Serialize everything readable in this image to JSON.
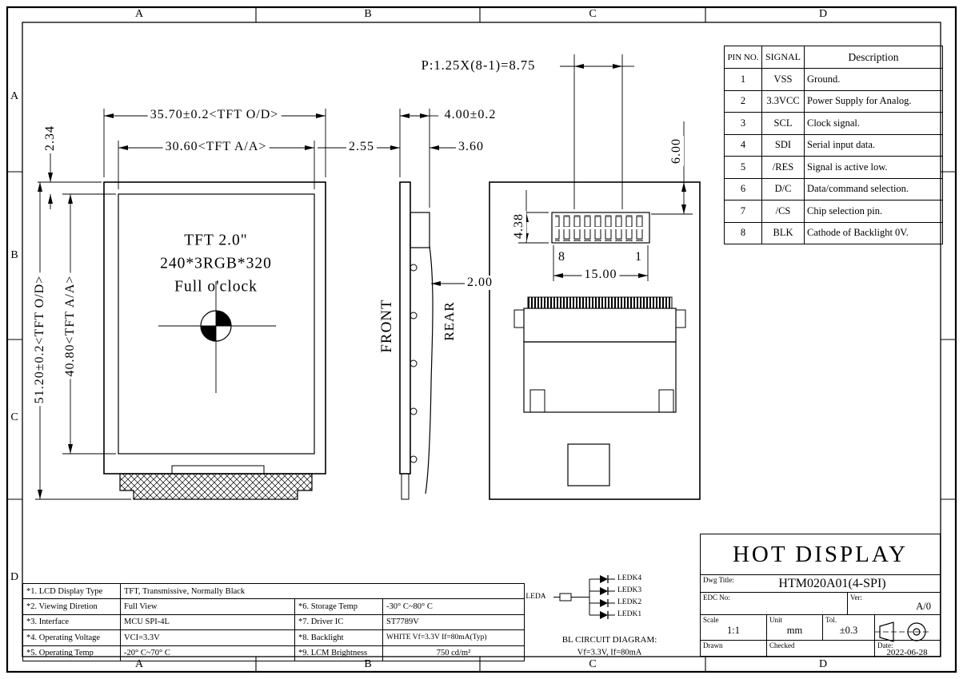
{
  "colors": {
    "line": "#000000",
    "background": "#ffffff"
  },
  "frame": {
    "top": [
      "A",
      "B",
      "C",
      "D"
    ],
    "bottom": [
      "A",
      "B",
      "C",
      "D"
    ],
    "left": [
      "A",
      "B",
      "C",
      "D"
    ]
  },
  "front_view": {
    "screen_line1": "TFT 2.0\"",
    "screen_line2": "240*3RGB*320",
    "screen_line3": "Full o'clock",
    "dim_od_width": "35.70±0.2<TFT O/D>",
    "dim_aa_width": "30.60<TFT A/A>",
    "dim_top_gap": "2.34",
    "dim_od_height": "51.20±0.2<TFT O/D>",
    "dim_aa_height": "40.80<TFT A/A>"
  },
  "side_view": {
    "label_front": "FRONT",
    "label_rear": "REAR",
    "dim_glass": "2.55",
    "dim_total": "4.00±0.2",
    "dim_bump": "3.60",
    "dim_fpc": "2.00"
  },
  "rear_view": {
    "dim_pitch": "P:1.25X(8-1)=8.75",
    "dim_top": "6.00",
    "dim_pin_h": "4.38",
    "pin_first": "8",
    "pin_last": "1",
    "dim_conn_w": "15.00"
  },
  "pin_table": {
    "headers": [
      "PIN NO.",
      "SIGNAL",
      "Description"
    ],
    "rows": [
      {
        "no": "1",
        "signal": "VSS",
        "desc": "Ground."
      },
      {
        "no": "2",
        "signal": "3.3VCC",
        "desc": "Power Supply for Analog."
      },
      {
        "no": "3",
        "signal": "SCL",
        "desc": "Clock signal."
      },
      {
        "no": "4",
        "signal": "SDI",
        "desc": "Serial input data."
      },
      {
        "no": "5",
        "signal": "/RES",
        "desc": "Signal is active low."
      },
      {
        "no": "6",
        "signal": "D/C",
        "desc": "Data/command selection."
      },
      {
        "no": "7",
        "signal": "/CS",
        "desc": "Chip selection pin."
      },
      {
        "no": "8",
        "signal": "BLK",
        "desc": "Cathode of Backlight 0V."
      }
    ]
  },
  "spec_table": {
    "row1": {
      "label": "*1. LCD Display Type",
      "value": "TFT, Transmissive, Normally Black"
    },
    "rows": [
      {
        "l1": "*2. Viewing Diretion",
        "v1": "Full View",
        "l2": "*6. Storage Temp",
        "v2": "-30° C~80° C"
      },
      {
        "l1": "*3. Interface",
        "v1": "MCU SPI-4L",
        "l2": "*7. Driver IC",
        "v2": "ST7789V"
      },
      {
        "l1": "*4. Operating Voltage",
        "v1": "VCI=3.3V",
        "l2": "*8. Backlight",
        "v2": "WHITE Vf=3.3V If=80mA(Typ)"
      },
      {
        "l1": "*5. Operating Temp",
        "v1": "-20° C~70° C",
        "l2": "*9. LCM Brightness",
        "v2": "750 cd/m²"
      }
    ]
  },
  "bl_circuit": {
    "anode": "LEDA",
    "cathodes": [
      "LEDK4",
      "LEDK3",
      "LEDK2",
      "LEDK1"
    ],
    "caption1": "BL CIRCUIT DIAGRAM:",
    "caption2": "Vf=3.3V, If=80mA"
  },
  "title_block": {
    "company": "HOT DISPLAY",
    "dwg_title_label": "Dwg Title:",
    "dwg_title": "HTM020A01(4-SPI)",
    "edc_label": "EDC No:",
    "ver_label": "Ver:",
    "ver_value": "A/0",
    "scale_label": "Scale",
    "scale_value": "1:1",
    "unit_label": "Unit",
    "unit_value": "mm",
    "tol_label": "Tol.",
    "tol_value": "±0.3",
    "drawn_label": "Drawn",
    "checked_label": "Checked",
    "date_label": "Date:",
    "date_value": "2022-06-28"
  }
}
